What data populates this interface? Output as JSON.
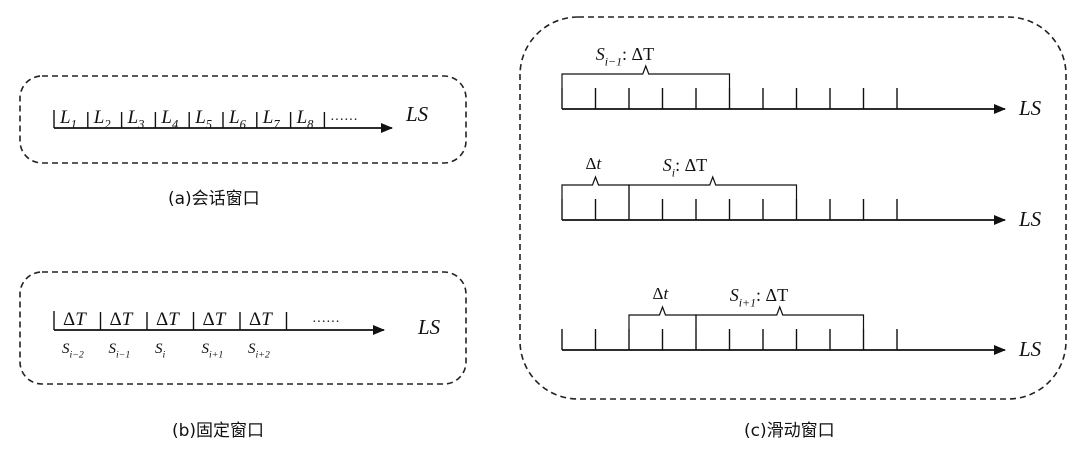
{
  "panel_a": {
    "caption": "(a)会话窗口",
    "axis_label": "LS",
    "ellipsis": "······",
    "segments": [
      {
        "base": "L",
        "sub": "1"
      },
      {
        "base": "L",
        "sub": "2"
      },
      {
        "base": "L",
        "sub": "3"
      },
      {
        "base": "L",
        "sub": "4"
      },
      {
        "base": "L",
        "sub": "5"
      },
      {
        "base": "L",
        "sub": "6"
      },
      {
        "base": "L",
        "sub": "7"
      },
      {
        "base": "L",
        "sub": "8"
      }
    ]
  },
  "panel_b": {
    "caption": "(b)固定窗口",
    "axis_label": "LS",
    "ellipsis": "······",
    "segment_label": "ΔT",
    "windows": [
      {
        "base": "S",
        "sub": "i−2"
      },
      {
        "base": "S",
        "sub": "i−1"
      },
      {
        "base": "S",
        "sub": "i"
      },
      {
        "base": "S",
        "sub": "i+1"
      },
      {
        "base": "S",
        "sub": "i+2"
      }
    ]
  },
  "panel_c": {
    "caption": "(c)滑动窗口",
    "axis_label": "LS",
    "delta_t": "Δt",
    "rows": [
      {
        "window_base": "S",
        "window_sub": "i−1",
        "window_suffix": ": ΔT"
      },
      {
        "window_base": "S",
        "window_sub": "i",
        "window_suffix": ": ΔT"
      },
      {
        "window_base": "S",
        "window_sub": "i+1",
        "window_suffix": ": ΔT"
      }
    ]
  }
}
